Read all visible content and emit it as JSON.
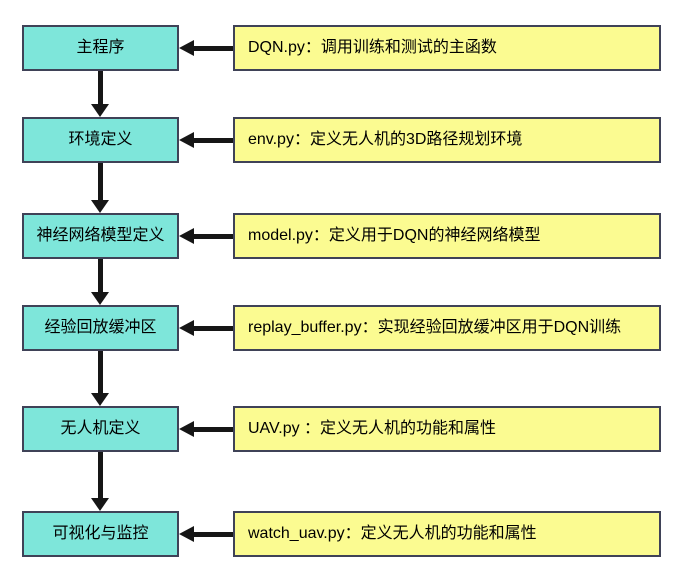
{
  "diagram": {
    "rows": [
      {
        "module": "主程序",
        "file": "DQN.py：调用训练和测试的主函数"
      },
      {
        "module": "环境定义",
        "file": "env.py：定义无人机的3D路径规划环境"
      },
      {
        "module": "神经网络模型定义",
        "file": "model.py：定义用于DQN的神经网络模型"
      },
      {
        "module": "经验回放缓冲区",
        "file": "replay_buffer.py：实现经验回放缓冲区用于DQN训练"
      },
      {
        "module": "无人机定义",
        "file": "UAV.py ：定义无人机的功能和属性"
      },
      {
        "module": "可视化与监控",
        "file": "watch_uav.py：定义无人机的功能和属性"
      }
    ],
    "arrows": {
      "horizontal_direction": "left",
      "vertical_direction": "down"
    }
  },
  "colors": {
    "module_fill": "#7EE6DA",
    "file_fill": "#FBFB91",
    "border": "#3F4257",
    "arrow": "#161616",
    "background": "#FFFFFF"
  }
}
